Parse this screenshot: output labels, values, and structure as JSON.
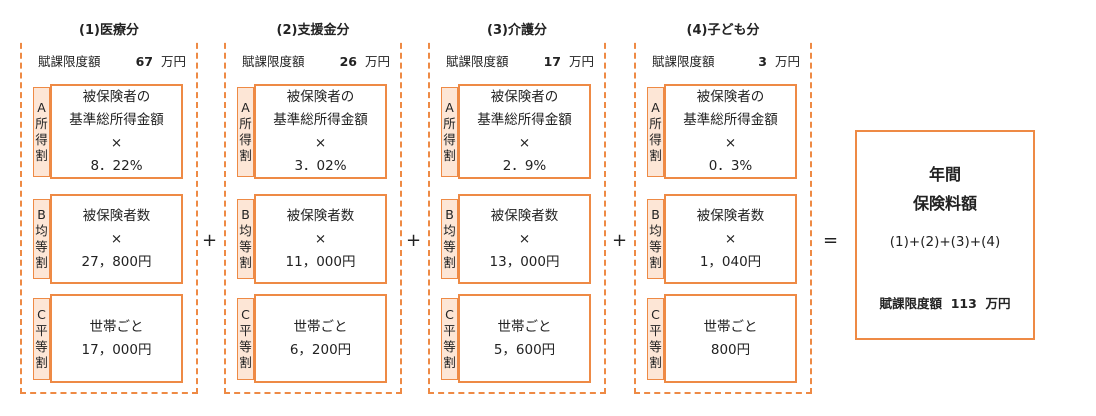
{
  "groups": [
    {
      "title": "(1)医療分",
      "limit_label": "賦課限度額",
      "limit_value": "67",
      "limit_unit": "万円",
      "a_label": [
        "A",
        "所",
        "得",
        "割"
      ],
      "a_lines": [
        "被保険者の",
        "基準総所得金額",
        "×",
        "8．22%"
      ],
      "b_label": [
        "B",
        "均",
        "等",
        "割"
      ],
      "b_lines": [
        "被保険者数",
        "×",
        "27，800円"
      ],
      "c_label": [
        "C",
        "平",
        "等",
        "割"
      ],
      "c_lines": [
        "世帯ごと",
        "17，000円"
      ]
    },
    {
      "title": "(2)支援金分",
      "limit_label": "賦課限度額",
      "limit_value": "26",
      "limit_unit": "万円",
      "a_label": [
        "A",
        "所",
        "得",
        "割"
      ],
      "a_lines": [
        "被保険者の",
        "基準総所得金額",
        "×",
        "3．02%"
      ],
      "b_label": [
        "B",
        "均",
        "等",
        "割"
      ],
      "b_lines": [
        "被保険者数",
        "×",
        "11，000円"
      ],
      "c_label": [
        "C",
        "平",
        "等",
        "割"
      ],
      "c_lines": [
        "世帯ごと",
        "6，200円"
      ]
    },
    {
      "title": "(3)介護分",
      "limit_label": "賦課限度額",
      "limit_value": "17",
      "limit_unit": "万円",
      "a_label": [
        "A",
        "所",
        "得",
        "割"
      ],
      "a_lines": [
        "被保険者の",
        "基準総所得金額",
        "×",
        "2．9%"
      ],
      "b_label": [
        "B",
        "均",
        "等",
        "割"
      ],
      "b_lines": [
        "被保険者数",
        "×",
        "13，000円"
      ],
      "c_label": [
        "C",
        "平",
        "等",
        "割"
      ],
      "c_lines": [
        "世帯ごと",
        "5，600円"
      ]
    },
    {
      "title": "(4)子ども分",
      "limit_label": "賦課限度額",
      "limit_value": "3",
      "limit_unit": "万円",
      "a_label": [
        "A",
        "所",
        "得",
        "割"
      ],
      "a_lines": [
        "被保険者の",
        "基準総所得金額",
        "×",
        "0．3%"
      ],
      "b_label": [
        "B",
        "均",
        "等",
        "割"
      ],
      "b_lines": [
        "被保険者数",
        "×",
        "1，040円"
      ],
      "c_label": [
        "C",
        "平",
        "等",
        "割"
      ],
      "c_lines": [
        "世帯ごと",
        "800円"
      ]
    }
  ],
  "operators": {
    "plus": "+",
    "equals": "="
  },
  "total": {
    "title_line1": "年間",
    "title_line2": "保険料額",
    "formula": "(1)+(2)+(3)+(4)",
    "limit_label": "賦課限度額",
    "limit_value": "113",
    "limit_unit": "万円"
  },
  "colors": {
    "border": "#ee8a45",
    "label_fill": "#fde6d6"
  }
}
